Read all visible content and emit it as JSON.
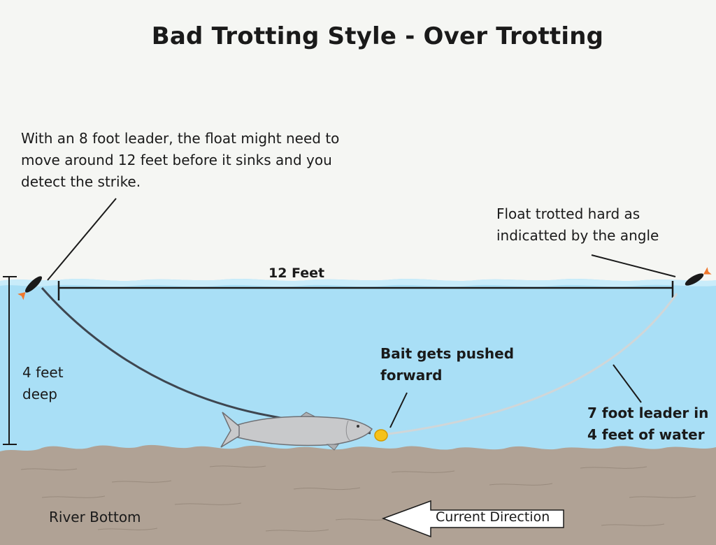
{
  "title": "Bad Trotting Style - Over Trotting",
  "annotations": {
    "leader_note": [
      "With an 8 foot leader, the float might need to",
      "move around 12 feet before it sinks and you",
      "detect the strike."
    ],
    "float_note": [
      "Float trotted hard as",
      "indicatted by the angle"
    ],
    "bait_note": [
      "Bait gets pushed",
      "forward"
    ],
    "leader_length_note": [
      "7 foot leader in",
      "4 feet of water"
    ],
    "depth": [
      "4 feet",
      "deep"
    ],
    "distance": "12 Feet",
    "river_bottom": "River Bottom",
    "current": "Current Direction"
  },
  "colors": {
    "sky": "#f5f6f3",
    "water": "#a9dff6",
    "water_surface": "#c9ecfa",
    "river_bed": "#b0a295",
    "river_bed_line": "#8f8173",
    "fishing_line": "#3e4650",
    "slack_line": "#d0d6d8",
    "float_tip": "#f0782d",
    "float_body": "#1a1a1a",
    "fish": "#c8c9cb",
    "bait": "#f6c21a",
    "pointer": "#1a1a1a"
  },
  "icons": {
    "left_float": "fishing-float-icon",
    "right_float": "fishing-float-icon",
    "fish": "fish-icon",
    "bait": "bait-ball-icon",
    "current": "left-arrow-icon"
  }
}
